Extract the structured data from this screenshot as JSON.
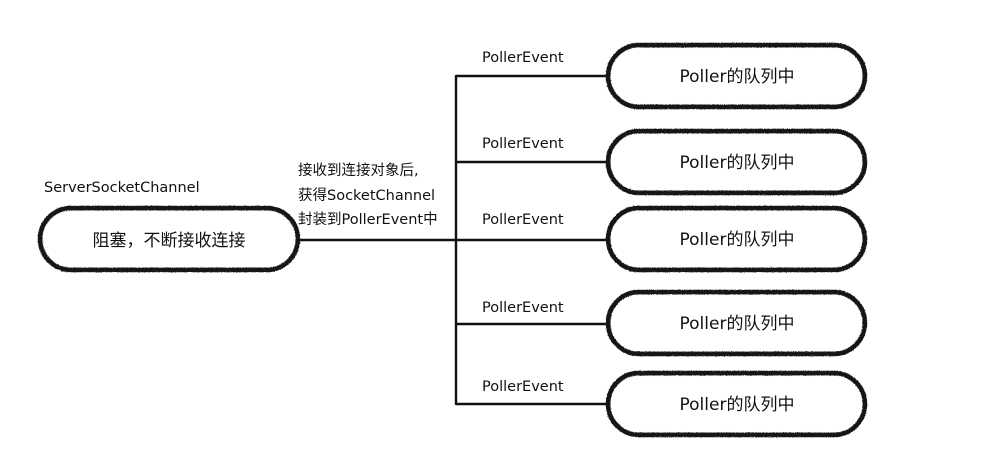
{
  "source": {
    "title": "ServerSocketChannel",
    "box_label": "阻塞，不断接收连接"
  },
  "connection_note": {
    "lines": [
      "接收到连接对象后,",
      "获得SocketChannel",
      "封装到PollerEvent中"
    ]
  },
  "targets": [
    {
      "edge_label": "PollerEvent",
      "box_label": "Poller的队列中"
    },
    {
      "edge_label": "PollerEvent",
      "box_label": "Poller的队列中"
    },
    {
      "edge_label": "PollerEvent",
      "box_label": "Poller的队列中"
    },
    {
      "edge_label": "PollerEvent",
      "box_label": "Poller的队列中"
    },
    {
      "edge_label": "PollerEvent",
      "box_label": "Poller的队列中"
    }
  ],
  "colors": {
    "stroke": "#151515",
    "text": "#111111",
    "background": "#ffffff"
  }
}
